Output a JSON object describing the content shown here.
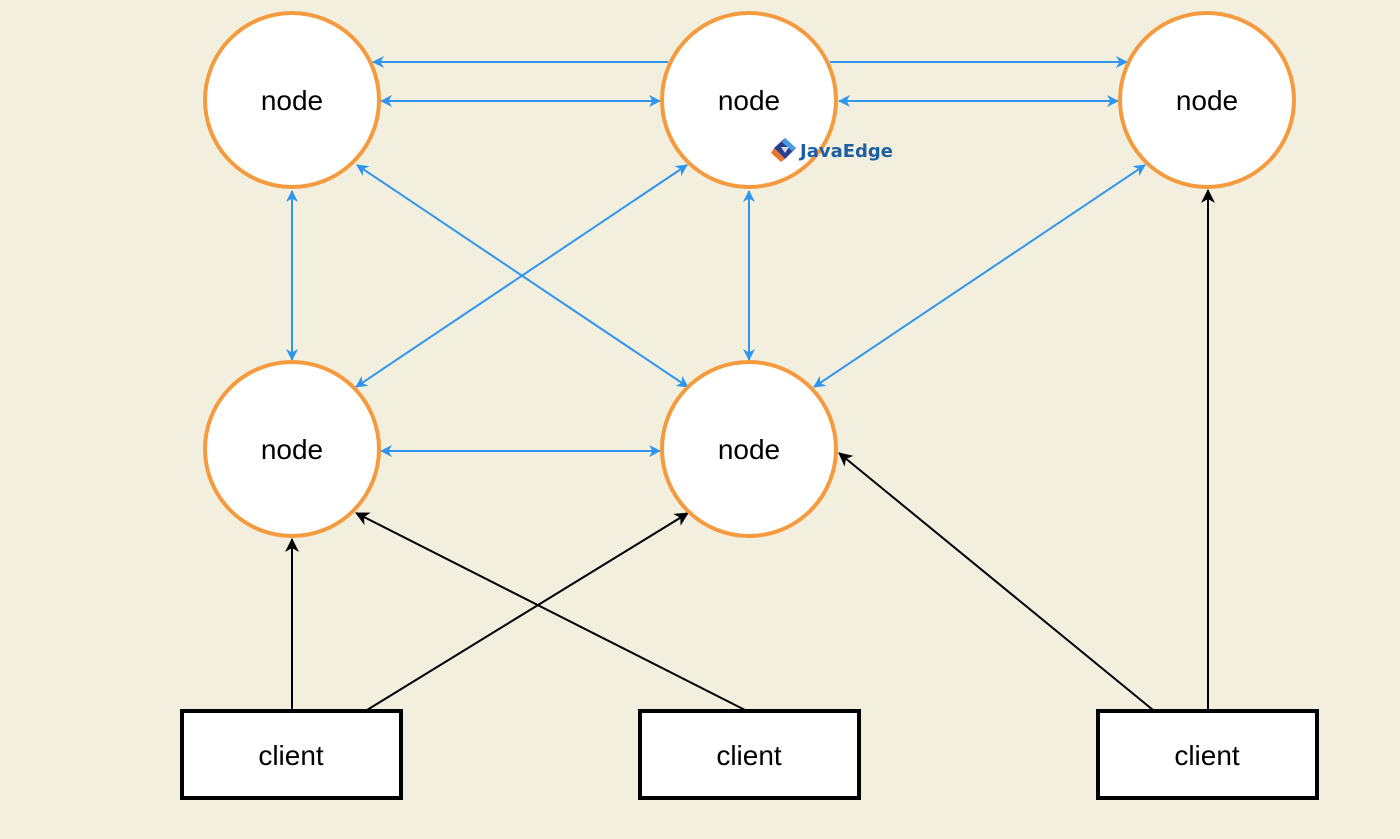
{
  "colors": {
    "background": "#f3efdf",
    "node_stroke": "#f59b3f",
    "node_fill": "#ffffff",
    "peer_link": "#2f95ee",
    "client_link": "#000000",
    "client_stroke": "#000000",
    "client_fill": "#ffffff"
  },
  "nodes": [
    {
      "id": "n1",
      "label": "node"
    },
    {
      "id": "n2",
      "label": "node"
    },
    {
      "id": "n3",
      "label": "node"
    },
    {
      "id": "n4",
      "label": "node"
    },
    {
      "id": "n5",
      "label": "node"
    }
  ],
  "clients": [
    {
      "id": "c1",
      "label": "client"
    },
    {
      "id": "c2",
      "label": "client"
    },
    {
      "id": "c3",
      "label": "client"
    }
  ],
  "peer_links": [
    {
      "from": "n2",
      "to": "n1",
      "direction": "one-way"
    },
    {
      "from": "n1",
      "to": "n2",
      "direction": "two-way"
    },
    {
      "from": "n2",
      "to": "n3",
      "direction": "one-way"
    },
    {
      "from": "n2",
      "to": "n3",
      "direction": "two-way"
    },
    {
      "from": "n1",
      "to": "n4",
      "direction": "two-way"
    },
    {
      "from": "n1",
      "to": "n5",
      "direction": "two-way"
    },
    {
      "from": "n2",
      "to": "n4",
      "direction": "two-way"
    },
    {
      "from": "n2",
      "to": "n5",
      "direction": "two-way"
    },
    {
      "from": "n3",
      "to": "n5",
      "direction": "two-way"
    },
    {
      "from": "n4",
      "to": "n5",
      "direction": "two-way"
    }
  ],
  "client_links": [
    {
      "from": "c1",
      "to": "n4"
    },
    {
      "from": "c1",
      "to": "n5"
    },
    {
      "from": "c2",
      "to": "n4"
    },
    {
      "from": "c3",
      "to": "n5"
    },
    {
      "from": "c3",
      "to": "n3"
    }
  ],
  "watermark": {
    "text": "JavaEdge",
    "icon": "javaedge-logo-icon"
  }
}
